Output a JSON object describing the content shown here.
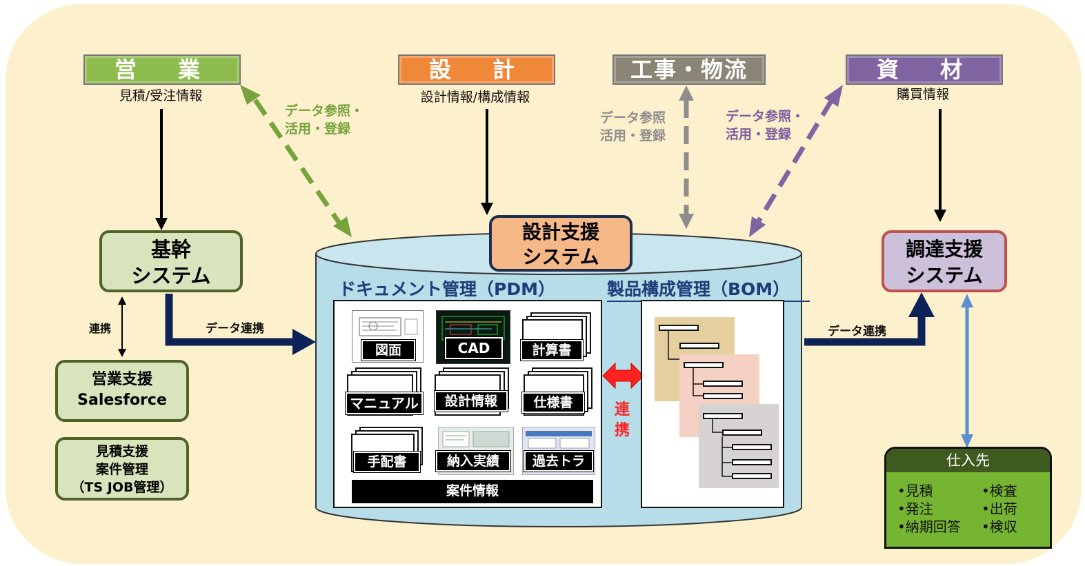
{
  "departments": {
    "sales": {
      "title": "営　業",
      "sub": "見積/受注情報",
      "color": "#8fbc4e"
    },
    "design": {
      "title": "設　計",
      "sub": "設計情報/構成情報",
      "color": "#f0883a"
    },
    "construction": {
      "title": "工事・物流",
      "color": "#8a8574"
    },
    "materials": {
      "title": "資　材",
      "sub": "購買情報",
      "color": "#8064a2"
    }
  },
  "flows": {
    "sales_ref": "データ参照・\n活用・登録",
    "construction_ref": "データ参照\n活用・登録",
    "materials_ref": "データ参照・\n活用・登録",
    "link": "連携",
    "data_link_left": "データ連携",
    "data_link_right": "データ連携"
  },
  "systems": {
    "core": "基幹\nシステム",
    "design_support": "設計支援\nシステム",
    "procurement": "調達支援\nシステム",
    "sales_support": "営業支援\nSalesforce",
    "estimate_support": "見積支援\n案件管理\n（TS JOB管理）"
  },
  "pdm": {
    "heading": "ドキュメント管理（PDM）",
    "tiles": [
      "図面",
      "CAD",
      "計算書",
      "マニュアル",
      "設計情報",
      "仕様書",
      "手配書",
      "納入実績",
      "過去トラ"
    ],
    "footer": "案件情報"
  },
  "bom": {
    "heading": "製品構成管理（BOM）"
  },
  "link_vertical": "連\n携",
  "supplier": {
    "title": "仕入先",
    "items_left": [
      "•見積",
      "•発注",
      "•納期回答"
    ],
    "items_right": [
      "•検査",
      "•出荷",
      "•検収"
    ]
  }
}
